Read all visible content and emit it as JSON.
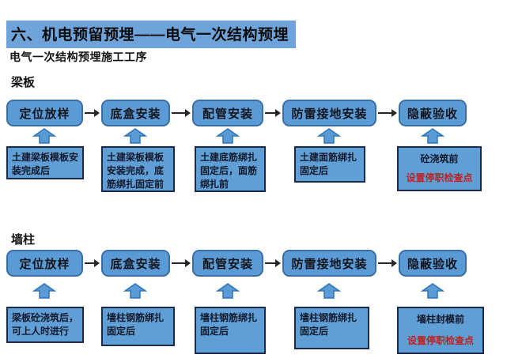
{
  "page": {
    "title": "六、机电预留预埋——电气一次结构预埋",
    "subtitle": "电气一次结构预埋施工工序"
  },
  "colors": {
    "title_highlight": "#6fa4da",
    "box_fill": "#5b9bd5",
    "box_border": "#3a6ea5",
    "note_fill": "#5f9fd6",
    "note_border": "#1b2a49",
    "arrow_fill": "#5b9bd5",
    "arrow_border": "#2e75b6",
    "connector": "#26262a",
    "red": "#c02020"
  },
  "sections": [
    {
      "label": "梁板",
      "steps": [
        "定位放样",
        "底盒安装",
        "配管安装",
        "防雷接地安装",
        "隐蔽验收"
      ],
      "notes": [
        {
          "text": "土建梁板模板安装完成后"
        },
        {
          "text": "土建梁板模板安装完成，底筋绑扎固定前"
        },
        {
          "text": "土建底筋绑扎固定后，面筋绑扎前"
        },
        {
          "text": "土建面筋绑扎固定后"
        },
        {
          "text": "砼浇筑前",
          "red_text": "设置停职检查点"
        }
      ]
    },
    {
      "label": "墙柱",
      "steps": [
        "定位放样",
        "底盒安装",
        "配管安装",
        "防雷接地安装",
        "隐蔽验收"
      ],
      "notes": [
        {
          "text": "梁板砼浇筑后，可上人时进行"
        },
        {
          "text": "墙柱钢筋绑扎固定后"
        },
        {
          "text": "墙柱钢筋绑扎固定后"
        },
        {
          "text": "墙柱钢筋绑扎固定后"
        },
        {
          "text": "墙柱封模前",
          "red_text": "设置停职检查点"
        }
      ]
    }
  ]
}
